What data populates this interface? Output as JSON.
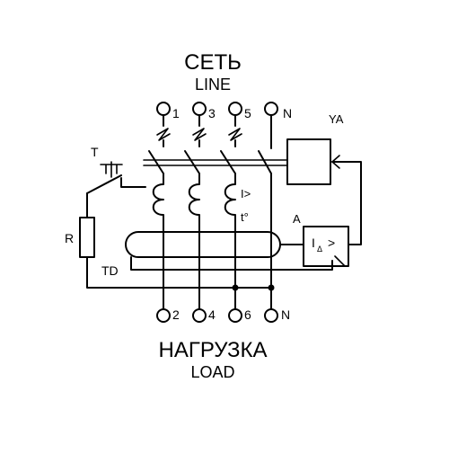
{
  "header": {
    "title_ru": "СЕТЬ",
    "title_en": "LINE"
  },
  "footer": {
    "title_ru": "НАГРУЗКА",
    "title_en": "LOAD"
  },
  "terminals": {
    "line": [
      "1",
      "3",
      "5",
      "N"
    ],
    "load": [
      "2",
      "4",
      "6",
      "N"
    ]
  },
  "labels": {
    "test_button": "T",
    "resistor": "R",
    "transformer": "TD",
    "trip_coil": "YA",
    "amplifier": "A",
    "overcurrent": "I>",
    "thermal": "t°",
    "residual_current_main": "I",
    "residual_current_sub": "Δ",
    "residual_current_sign": ">"
  }
}
